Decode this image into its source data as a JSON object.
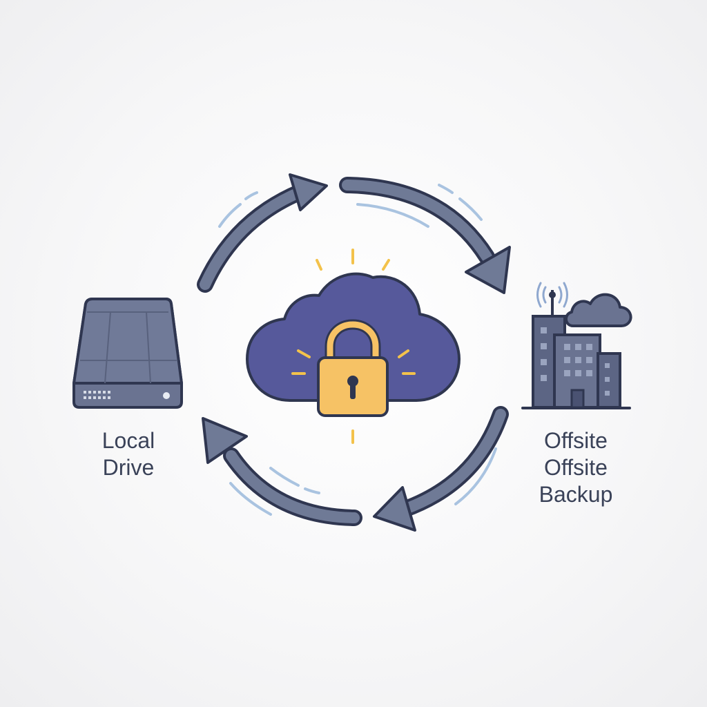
{
  "local_drive": {
    "label_line1": "Local",
    "label_line2": "Drive"
  },
  "offsite": {
    "label_line1": "Offsite",
    "label_line2": "Offsite",
    "label_line3": "Backup"
  },
  "icons": {
    "center": "cloud-lock-icon",
    "left": "hard-drive-icon",
    "right": "office-building-cloud-icon",
    "arrows": "circular-sync-arrows"
  },
  "colors": {
    "outline": "#2f3650",
    "arrow_fill": "#6f7a96",
    "cloud_fill": "#56599b",
    "lock_fill": "#f6c265",
    "drive_fill": "#6a7391",
    "building_fill": "#5c6584",
    "motion_lines": "#a9c3e0",
    "spark_lines": "#f3c24b"
  }
}
